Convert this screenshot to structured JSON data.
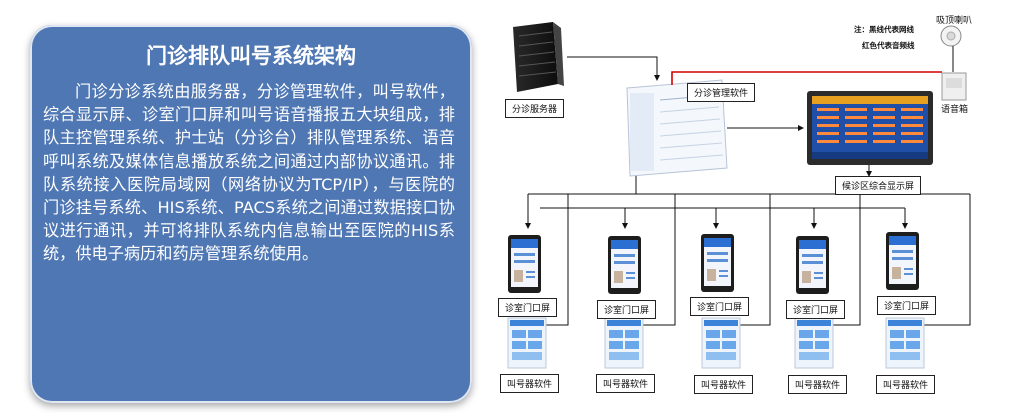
{
  "panel": {
    "title": "门诊排队叫号系统架构",
    "body": "门诊分诊系统由服务器，分诊管理软件，叫号软件，综合显示屏、诊室门口屏和叫号语音播报五大块组成，排队主控管理系统、护士站（分诊台）排队管理系统、语音呼叫系统及媒体信息播放系统之间通过内部协议通讯。排队系统接入医院局域网（网络协议为TCP/IP），与医院的门诊挂号系统、HIS系统、PACS系统之间通过数据接口协议进行通讯，并可将排队系统内信息输出至医院的HIS系统，供电子病历和药房管理系统使用。"
  },
  "diagram": {
    "server_label": "分诊服务器",
    "software_label": "分诊管理软件",
    "display_label": "候诊区综合显示屏",
    "speaker_top_label": "吸顶喇叭",
    "speaker_box_label": "语音箱",
    "note_line1": "注：黑线代表网线",
    "note_line2": "红色代表音频线",
    "door_screens": [
      "诊室门口屏",
      "诊室门口屏",
      "诊室门口屏",
      "诊室门口屏",
      "诊室门口屏"
    ],
    "callers": [
      "叫号器软件",
      "叫号器软件",
      "叫号器软件",
      "叫号器软件",
      "叫号器软件"
    ],
    "line_colors": {
      "network": "#111111",
      "audio": "#d40000"
    }
  }
}
